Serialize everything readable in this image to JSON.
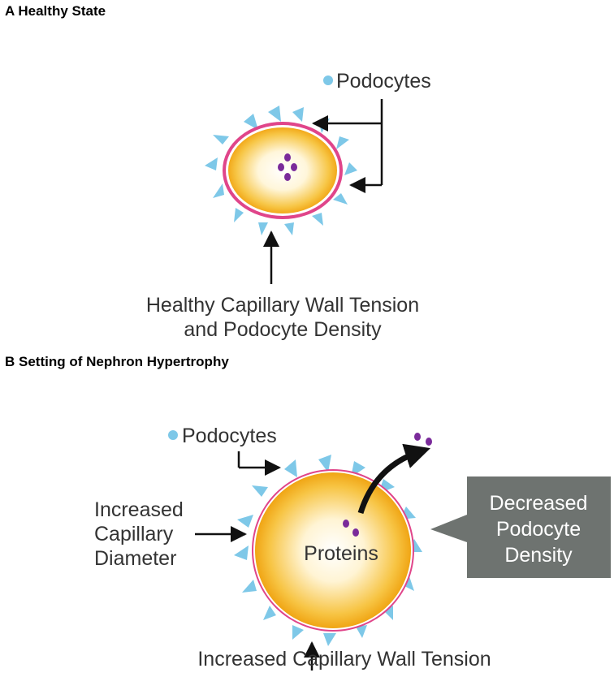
{
  "panel_a": {
    "title": "A Healthy State",
    "podocytes_label": "Podocytes",
    "tension_label_line1": "Healthy Capillary Wall Tension",
    "tension_label_line2": "and Podocyte Density"
  },
  "panel_b": {
    "title": "B Setting of Nephron Hypertrophy",
    "podocytes_label": "Podocytes",
    "diameter_label_line1": "Increased",
    "diameter_label_line2": "Capillary",
    "diameter_label_line3": "Diameter",
    "proteins_label": "Proteins",
    "density_label_line1": "Decreased",
    "density_label_line2": "Podocyte",
    "density_label_line3": "Density",
    "tension_label": "Increased Capillary Wall Tension"
  },
  "colors": {
    "podocyte": "#7ec8e8",
    "capillary_rim": "#e0458a",
    "capillary_fill": "#f5b417",
    "protein": "#7a2a9a",
    "callout_box": "#6e7370",
    "arrow": "#111111"
  }
}
